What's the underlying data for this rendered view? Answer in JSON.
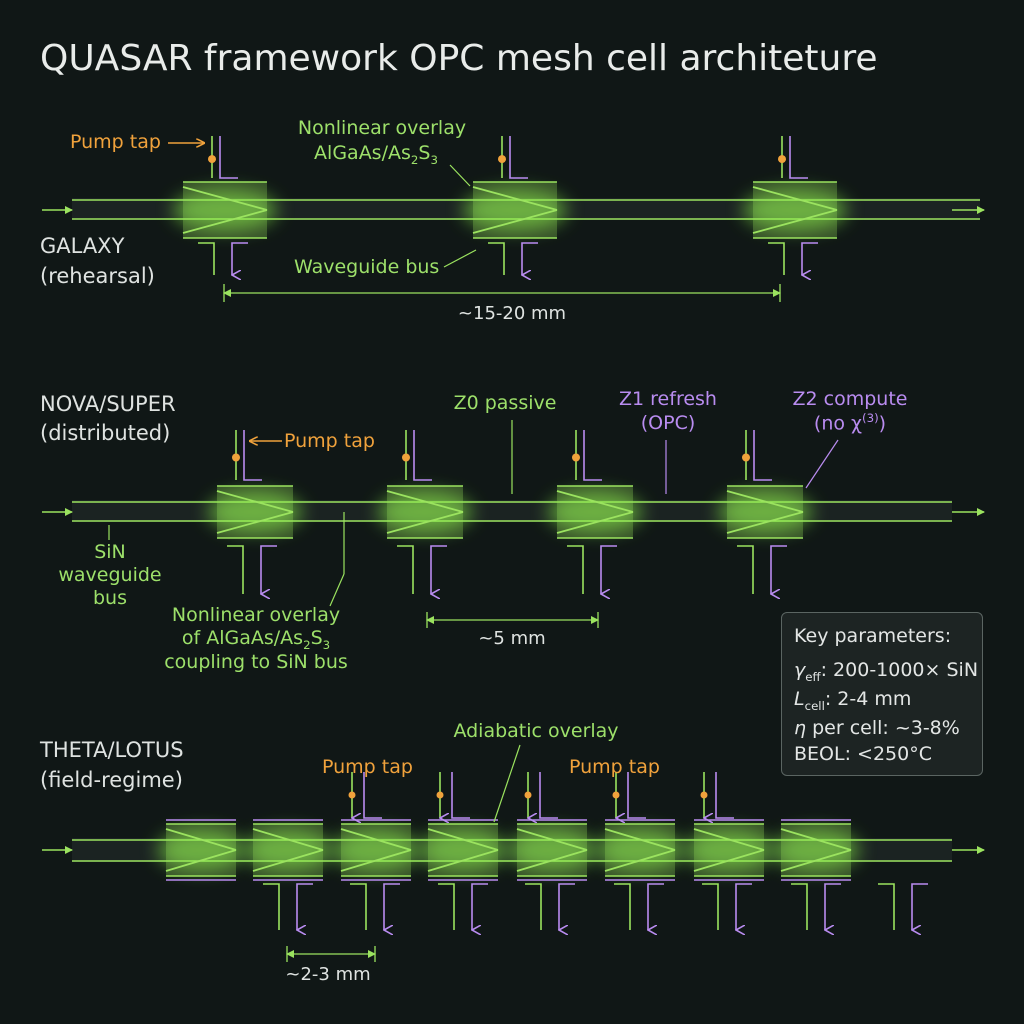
{
  "title": "QUASAR framework OPC mesh cell architeture",
  "colors": {
    "background": "#101716",
    "waveguide": "#9be35f",
    "glow": "#8fff4a",
    "pump_tap": "#f0a23c",
    "tap_line": "#b98cf0",
    "text": "#e9ecea"
  },
  "rows": {
    "galaxy": {
      "name": "GALAXY",
      "subtitle": "(rehearsal)",
      "pump_tap_label": "Pump tap",
      "overlay_label_line1": "Nonlinear overlay",
      "overlay_label_line2": "AlGaAs/As",
      "overlay_sub1": "2",
      "overlay_mid": "S",
      "overlay_sub2": "3",
      "bus_label": "Waveguide bus",
      "spacing_label": "~15-20 mm"
    },
    "nova": {
      "name": "NOVA/SUPER",
      "subtitle": "(distributed)",
      "pump_tap_label": "Pump tap",
      "z0_label": "Z0 passive",
      "z1_line1": "Z1 refresh",
      "z1_line2": "(OPC)",
      "z2_line1": "Z2 compute",
      "z2_line2_a": "(no χ",
      "z2_line2_sup": "(3)",
      "z2_line2_b": ")",
      "bus_line1": "SiN",
      "bus_line2": "waveguide",
      "bus_line3": "bus",
      "overlay_line1": "Nonlinear overlay",
      "overlay_line2_a": "of AlGaAs/As",
      "overlay_sub1": "2",
      "overlay_mid": "S",
      "overlay_sub2": "3",
      "overlay_line3": "coupling to SiN bus",
      "spacing_label": "~5 mm"
    },
    "theta": {
      "name": "THETA/LOTUS",
      "subtitle": "(field-regime)",
      "adiabatic_label": "Adiabatic overlay",
      "pump_tap_label_1": "Pump tap",
      "pump_tap_label_2": "Pump tap",
      "spacing_label": "~2-3 mm"
    }
  },
  "key_parameters": {
    "title": "Key parameters:",
    "gamma_symbol": "γ",
    "gamma_sub": "eff",
    "gamma_value": ": 200-1000× SiN",
    "length_symbol": "L",
    "length_sub": "cell",
    "length_value": ": 2-4 mm",
    "eta_symbol": "η",
    "eta_value": " per cell: ~3-8%",
    "beol": "BEOL: <250°C"
  }
}
